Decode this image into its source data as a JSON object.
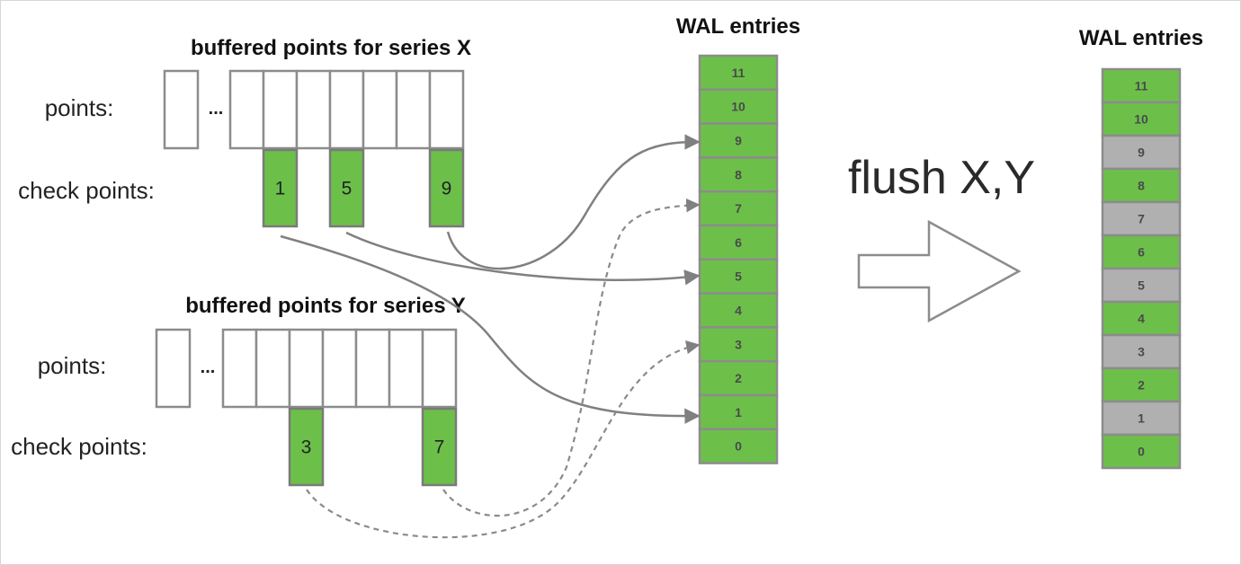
{
  "colors": {
    "checkpoint_fill": "#6cc04a",
    "wal_active": "#6cc04a",
    "wal_flushed": "#b0b0b0",
    "outline": "#8c8c8c",
    "arrow": "#808080"
  },
  "series_x": {
    "title": "buffered points for series X",
    "points_label": "points:",
    "checkpoints_label": "check points:",
    "ellipsis": "...",
    "checkpoints": [
      "1",
      "5",
      "9"
    ]
  },
  "series_y": {
    "title": "buffered points for series Y",
    "points_label": "points:",
    "checkpoints_label": "check points:",
    "ellipsis": "...",
    "checkpoints": [
      "3",
      "7"
    ]
  },
  "wal_before": {
    "title": "WAL entries",
    "entries": [
      {
        "label": "11",
        "state": "active"
      },
      {
        "label": "10",
        "state": "active"
      },
      {
        "label": "9",
        "state": "active"
      },
      {
        "label": "8",
        "state": "active"
      },
      {
        "label": "7",
        "state": "active"
      },
      {
        "label": "6",
        "state": "active"
      },
      {
        "label": "5",
        "state": "active"
      },
      {
        "label": "4",
        "state": "active"
      },
      {
        "label": "3",
        "state": "active"
      },
      {
        "label": "2",
        "state": "active"
      },
      {
        "label": "1",
        "state": "active"
      },
      {
        "label": "0",
        "state": "active"
      }
    ]
  },
  "flush": {
    "label": "flush X,Y",
    "arrow_icon": "right-arrow-icon"
  },
  "wal_after": {
    "title": "WAL entries",
    "entries": [
      {
        "label": "11",
        "state": "active"
      },
      {
        "label": "10",
        "state": "active"
      },
      {
        "label": "9",
        "state": "flushed"
      },
      {
        "label": "8",
        "state": "active"
      },
      {
        "label": "7",
        "state": "flushed"
      },
      {
        "label": "6",
        "state": "active"
      },
      {
        "label": "5",
        "state": "flushed"
      },
      {
        "label": "4",
        "state": "active"
      },
      {
        "label": "3",
        "state": "flushed"
      },
      {
        "label": "2",
        "state": "active"
      },
      {
        "label": "1",
        "state": "flushed"
      },
      {
        "label": "0",
        "state": "active"
      }
    ]
  }
}
